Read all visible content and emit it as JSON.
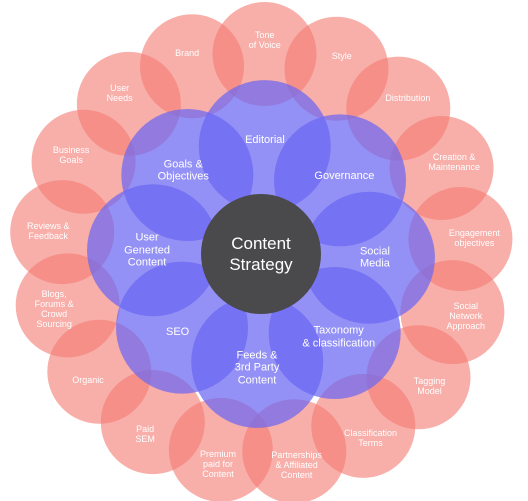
{
  "diagram": {
    "center": {
      "label": "Content\nStrategy"
    },
    "middle_ring": [
      "Editorial",
      "Governance",
      "Social\nMedia",
      "Taxonomy\n& classification",
      "Feeds &\n3rd Party\nContent",
      "SEO",
      "User\nGenerted\nContent",
      "Goals &\nObjectives"
    ],
    "outer_ring": [
      "Tone\nof Voice",
      "Style",
      "Distribution",
      "Creation &\nMaintenance",
      "Engagement\nobjectives",
      "Social\nNetwork\nApproach",
      "Tagging\nModel",
      "Classification\nTerms",
      "Partnerships\n& Affiliated\nContent",
      "Premium\npaid for\nContent",
      "Paid\nSEM",
      "Organic",
      "Blogs,\nForums &\nCrowd\nSourcing",
      "Reviews &\nFeedback",
      "Business\nGoals",
      "User\nNeeds",
      "Brand"
    ],
    "colors": {
      "outer_fill": "#f47c74",
      "middle_fill": "#6b66f2",
      "center_fill": "#4a4a4c",
      "text": "#ffffff"
    }
  }
}
